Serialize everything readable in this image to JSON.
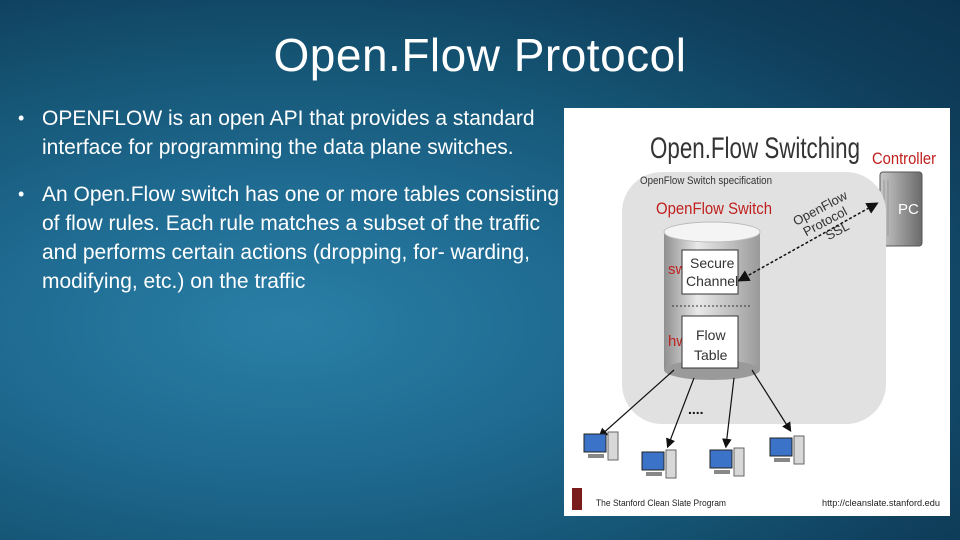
{
  "slide": {
    "title": "Open.Flow Protocol",
    "bullets": [
      "OPENFLOW  is an open API that provides a standard interface for programming the data plane switches.",
      "An Open.Flow switch has one or more tables consisting of flow rules. Each rule matches a subset of the traffic and performs certain actions (dropping, for- warding, modifying, etc.) on the traffic"
    ],
    "bullet_marker": "•"
  },
  "diagram": {
    "heading": "Open.Flow Switching",
    "controller_label": "Controller",
    "pc_label": "PC",
    "spec_label": "OpenFlow Switch specification",
    "switch_label": "OpenFlow Switch",
    "protocol_label_1": "OpenFlow",
    "protocol_label_2": "Protocol",
    "protocol_label_3": "SSL",
    "sw_label": "sw",
    "hw_label": "hw",
    "secure_channel_1": "Secure",
    "secure_channel_2": "Channel",
    "flow_table_1": "Flow",
    "flow_table_2": "Table",
    "ellipsis": "....",
    "footer_left": "The Stanford Clean Slate Program",
    "footer_right": "http://cleanslate.stanford.edu",
    "colors": {
      "red": "#c0211f",
      "dark": "#333333",
      "gray_panel": "#e1e1e1"
    }
  }
}
